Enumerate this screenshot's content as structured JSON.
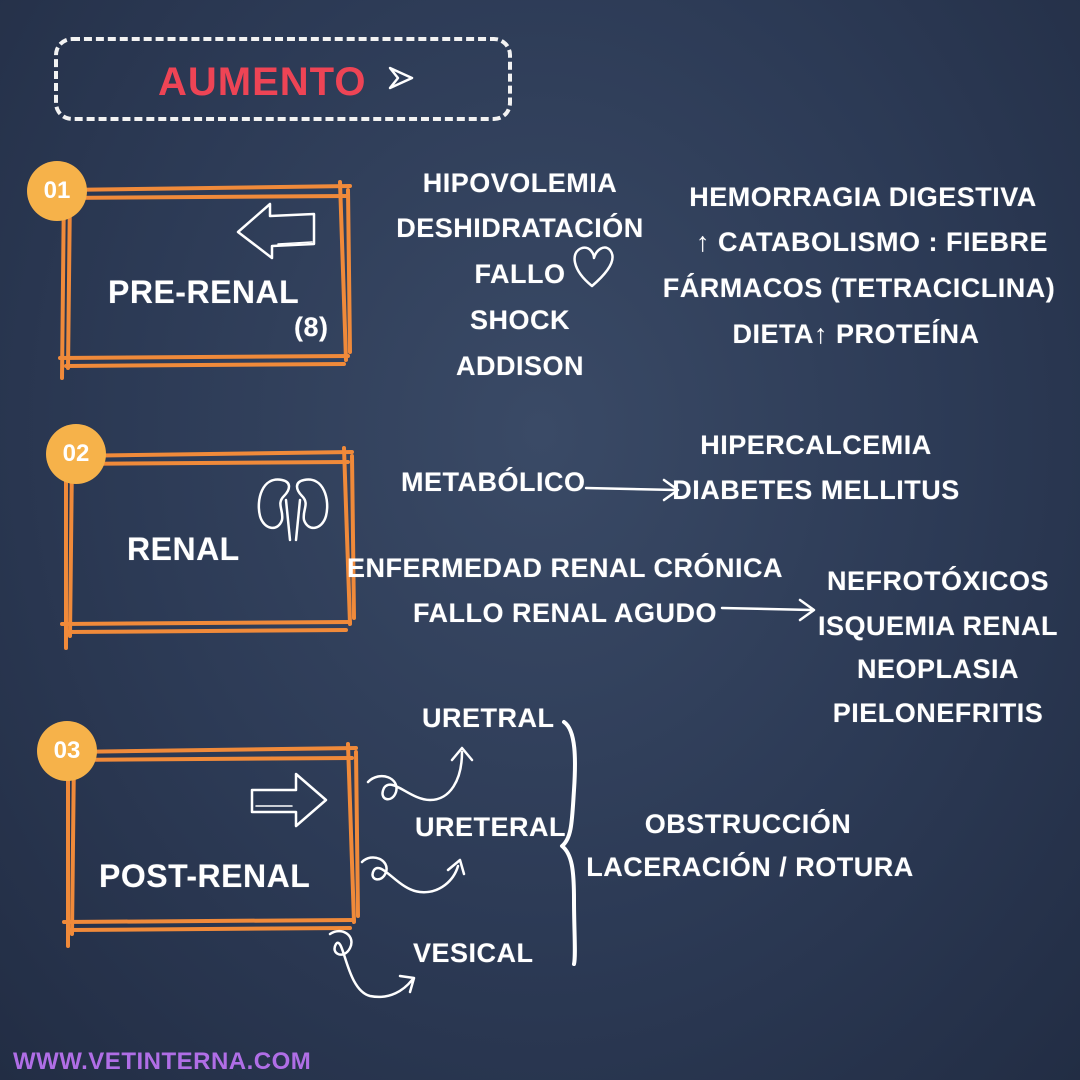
{
  "title": "AUMENTO",
  "sections": [
    {
      "number": "01",
      "label": "PRE-RENAL",
      "note": "(8)",
      "causes_left": [
        "HIPOVOLEMIA",
        "DESHIDRATACIÓN",
        "FALLO",
        "SHOCK",
        "ADDISON"
      ],
      "causes_right": [
        "HEMORRAGIA DIGESTIVA",
        "↑ CATABOLISMO : FIEBRE",
        "FÁRMACOS (TETRACICLINA)",
        "DIETA↑ PROTEÍNA"
      ]
    },
    {
      "number": "02",
      "label": "RENAL",
      "metabolic_label": "METABÓLICO",
      "metabolic_causes": [
        "HIPERCALCEMIA",
        "DIABETES MELLITUS"
      ],
      "chronic_label": "ENFERMEDAD RENAL CRÓNICA",
      "acute_label": "FALLO RENAL AGUDO",
      "acute_causes": [
        "NEFROTÓXICOS",
        "ISQUEMIA RENAL",
        "NEOPLASIA",
        "PIELONEFRITIS"
      ]
    },
    {
      "number": "03",
      "label": "POST-RENAL",
      "locations": [
        "URETRAL",
        "URETERAL",
        "VESICAL"
      ],
      "causes": [
        "OBSTRUCCIÓN",
        "LACERACIÓN / ROTURA"
      ]
    }
  ],
  "footer": "WWW.VETINTERNA.COM",
  "colors": {
    "background": "#2c3a55",
    "accent_orange": "#f08a3a",
    "badge_yellow": "#f6b24a",
    "title_red": "#ee4455",
    "footer_purple": "#b06ee6"
  }
}
